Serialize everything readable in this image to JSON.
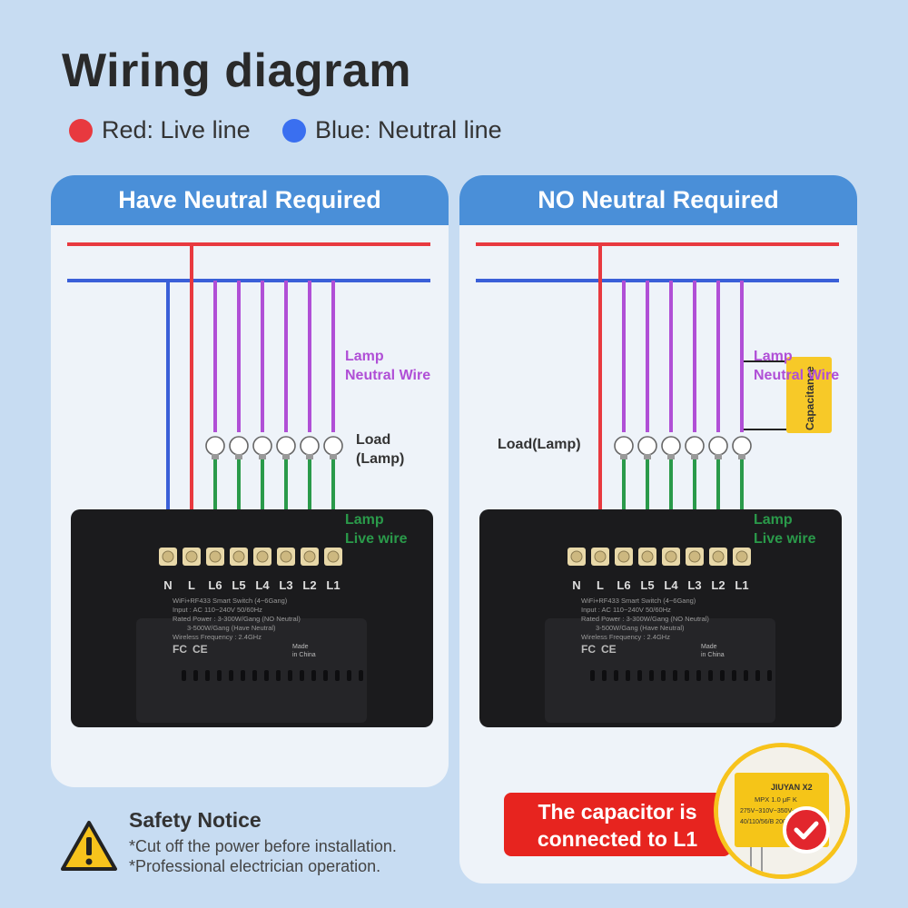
{
  "title": "Wiring diagram",
  "legend": {
    "red": {
      "label": "Red: Live line",
      "color": "#e8393f"
    },
    "blue": {
      "label": "Blue: Neutral line",
      "color": "#3a6ff0"
    }
  },
  "colors": {
    "live": "#e8393f",
    "neutral": "#3a5fd8",
    "lamp_neutral": "#b04fd6",
    "lamp_live": "#2a9a4a",
    "panel_header": "#4a8fd8"
  },
  "left_panel": {
    "header": "Have Neutral Required",
    "lamp_neutral_label": [
      "Lamp",
      "Neutral Wire"
    ],
    "load_label": [
      "Load",
      "(Lamp)"
    ],
    "lamp_live_label": [
      "Lamp",
      "Live wire"
    ]
  },
  "right_panel": {
    "header": "NO Neutral Required",
    "lamp_neutral_label": [
      "Lamp",
      "Neutral Wire"
    ],
    "load_label": "Load(Lamp)",
    "capacitance_label": "Capacitance",
    "lamp_live_label": [
      "Lamp",
      "Live wire"
    ]
  },
  "device": {
    "terminals": [
      "N",
      "L",
      "L6",
      "L5",
      "L4",
      "L3",
      "L2",
      "L1"
    ],
    "label_lines": [
      "WiFi+RF433 Smart Switch (4~6Gang)",
      "Input : AC 110~240V  50/60Hz",
      "Rated Power : 3-300W/Gang  (NO Neutral)",
      "3-500W/Gang  (Have Neutral)",
      "Wireless Frequency : 2.4GHz"
    ],
    "cert_marks": [
      "FC",
      "CE",
      "Made",
      "in China"
    ]
  },
  "safety": {
    "title": "Safety Notice",
    "lines": [
      "*Cut off the power before installation.",
      "*Professional electrician operation."
    ]
  },
  "callout": {
    "line1": "The capacitor is",
    "line2": "connected to L1"
  },
  "capacitor_photo": {
    "lines": [
      "JIUYAN X2",
      "MPX 1.0 μF K",
      "275V~310V~350V~",
      "40/110/56/B 2009"
    ]
  }
}
